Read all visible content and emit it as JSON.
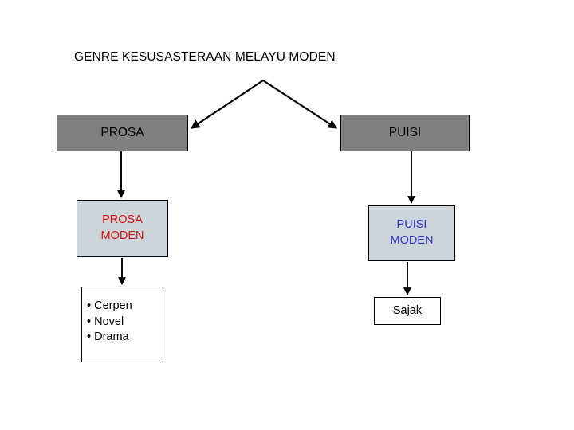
{
  "diagram": {
    "title": "GENRE KESUSASTERAAN MELAYU MODEN",
    "type": "hierarchy-tree",
    "colors": {
      "genre_box_fill": "#808080",
      "modern_box_fill": "#ccd5da",
      "plain_box_fill": "#ffffff",
      "border": "#000000",
      "prosa_moden_text": "#dd1111",
      "puisi_moden_text": "#3333cc",
      "default_text": "#000000",
      "background": "#ffffff"
    },
    "branches": {
      "prosa": {
        "genre_label": "PROSA",
        "modern_label": "PROSA\nMODEN",
        "items_label": "• Cerpen\n• Novel\n• Drama",
        "items": [
          "Cerpen",
          "Novel",
          "Drama"
        ]
      },
      "puisi": {
        "genre_label": "PUISI",
        "modern_label": "PUISI\nMODEN",
        "items_label": "Sajak",
        "items": [
          "Sajak"
        ]
      }
    },
    "connectors": [
      {
        "name": "title-to-prosa",
        "style": "diagonal-arrow",
        "direction": "down-left"
      },
      {
        "name": "title-to-puisi",
        "style": "diagonal-arrow",
        "direction": "down-right"
      },
      {
        "name": "prosa-to-prosa-moden",
        "style": "vertical-arrow",
        "direction": "down"
      },
      {
        "name": "puisi-to-puisi-moden",
        "style": "vertical-arrow",
        "direction": "down"
      },
      {
        "name": "prosa-moden-to-items",
        "style": "vertical-arrow",
        "direction": "down"
      },
      {
        "name": "puisi-moden-to-sajak",
        "style": "vertical-arrow",
        "direction": "down"
      }
    ]
  }
}
